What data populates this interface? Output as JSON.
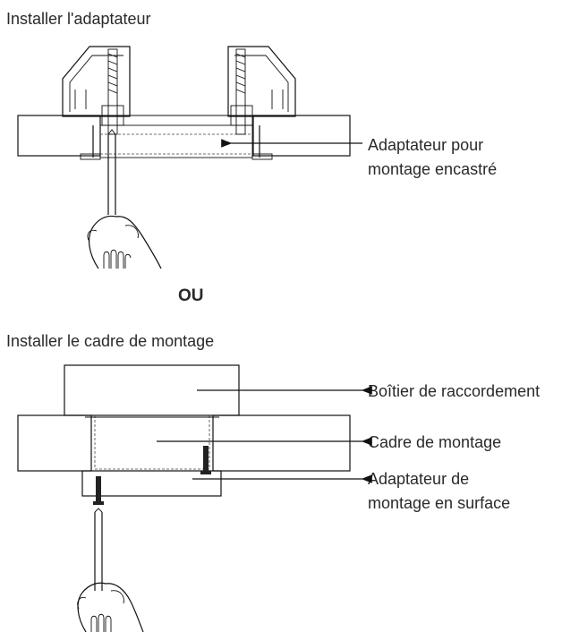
{
  "section1": {
    "title": "Installer l'adaptateur"
  },
  "section2": {
    "title": "Installer le cadre de montage"
  },
  "separator": "OU",
  "callouts": {
    "flush_adapter_l1": "Adaptateur pour",
    "flush_adapter_l2": "montage encastré",
    "junction_box": "Boîtier de raccordement",
    "mounting_frame": "Cadre de montage",
    "surface_adapter_l1": "Adaptateur de",
    "surface_adapter_l2": "montage en surface"
  },
  "icons": [
    "hand-screwdriver-icon",
    "screw-icon",
    "arrow-icon"
  ]
}
